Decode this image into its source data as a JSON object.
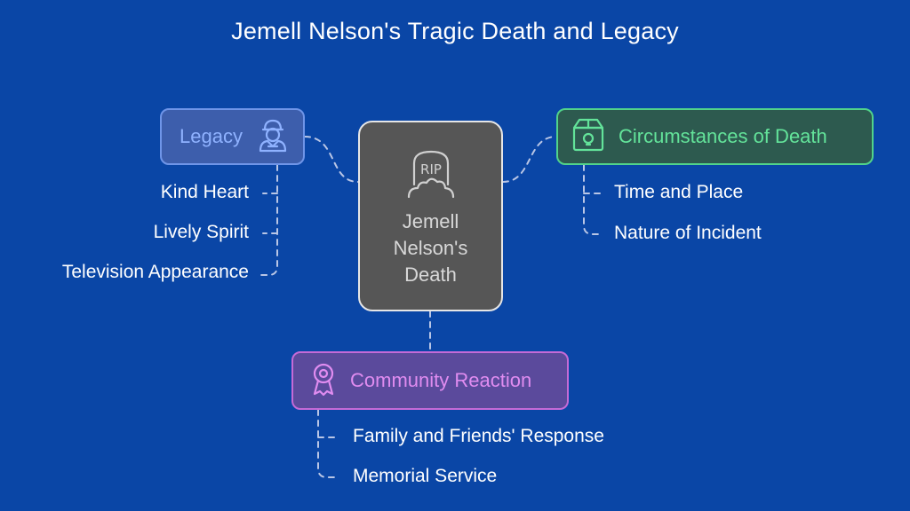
{
  "title": "Jemell Nelson's Tragic Death and Legacy",
  "colors": {
    "background": "#0a46a6",
    "legacy": "#6f95e8",
    "circumstances": "#51d38a",
    "community": "#c56ad7",
    "center": "#565656",
    "connector": "#b9c6e6"
  },
  "center": {
    "label": "Jemell Nelson's Death",
    "icon": "tombstone-rip-icon",
    "icon_text": "RIP"
  },
  "legacy": {
    "label": "Legacy",
    "icon": "person-icon",
    "items": [
      "Kind Heart",
      "Lively Spirit",
      "Television Appearance"
    ]
  },
  "circumstances": {
    "label": "Circumstances of Death",
    "icon": "box-icon",
    "items": [
      "Time and Place",
      "Nature of Incident"
    ]
  },
  "community": {
    "label": "Community Reaction",
    "icon": "award-icon",
    "items": [
      "Family and Friends' Response",
      "Memorial Service"
    ]
  }
}
